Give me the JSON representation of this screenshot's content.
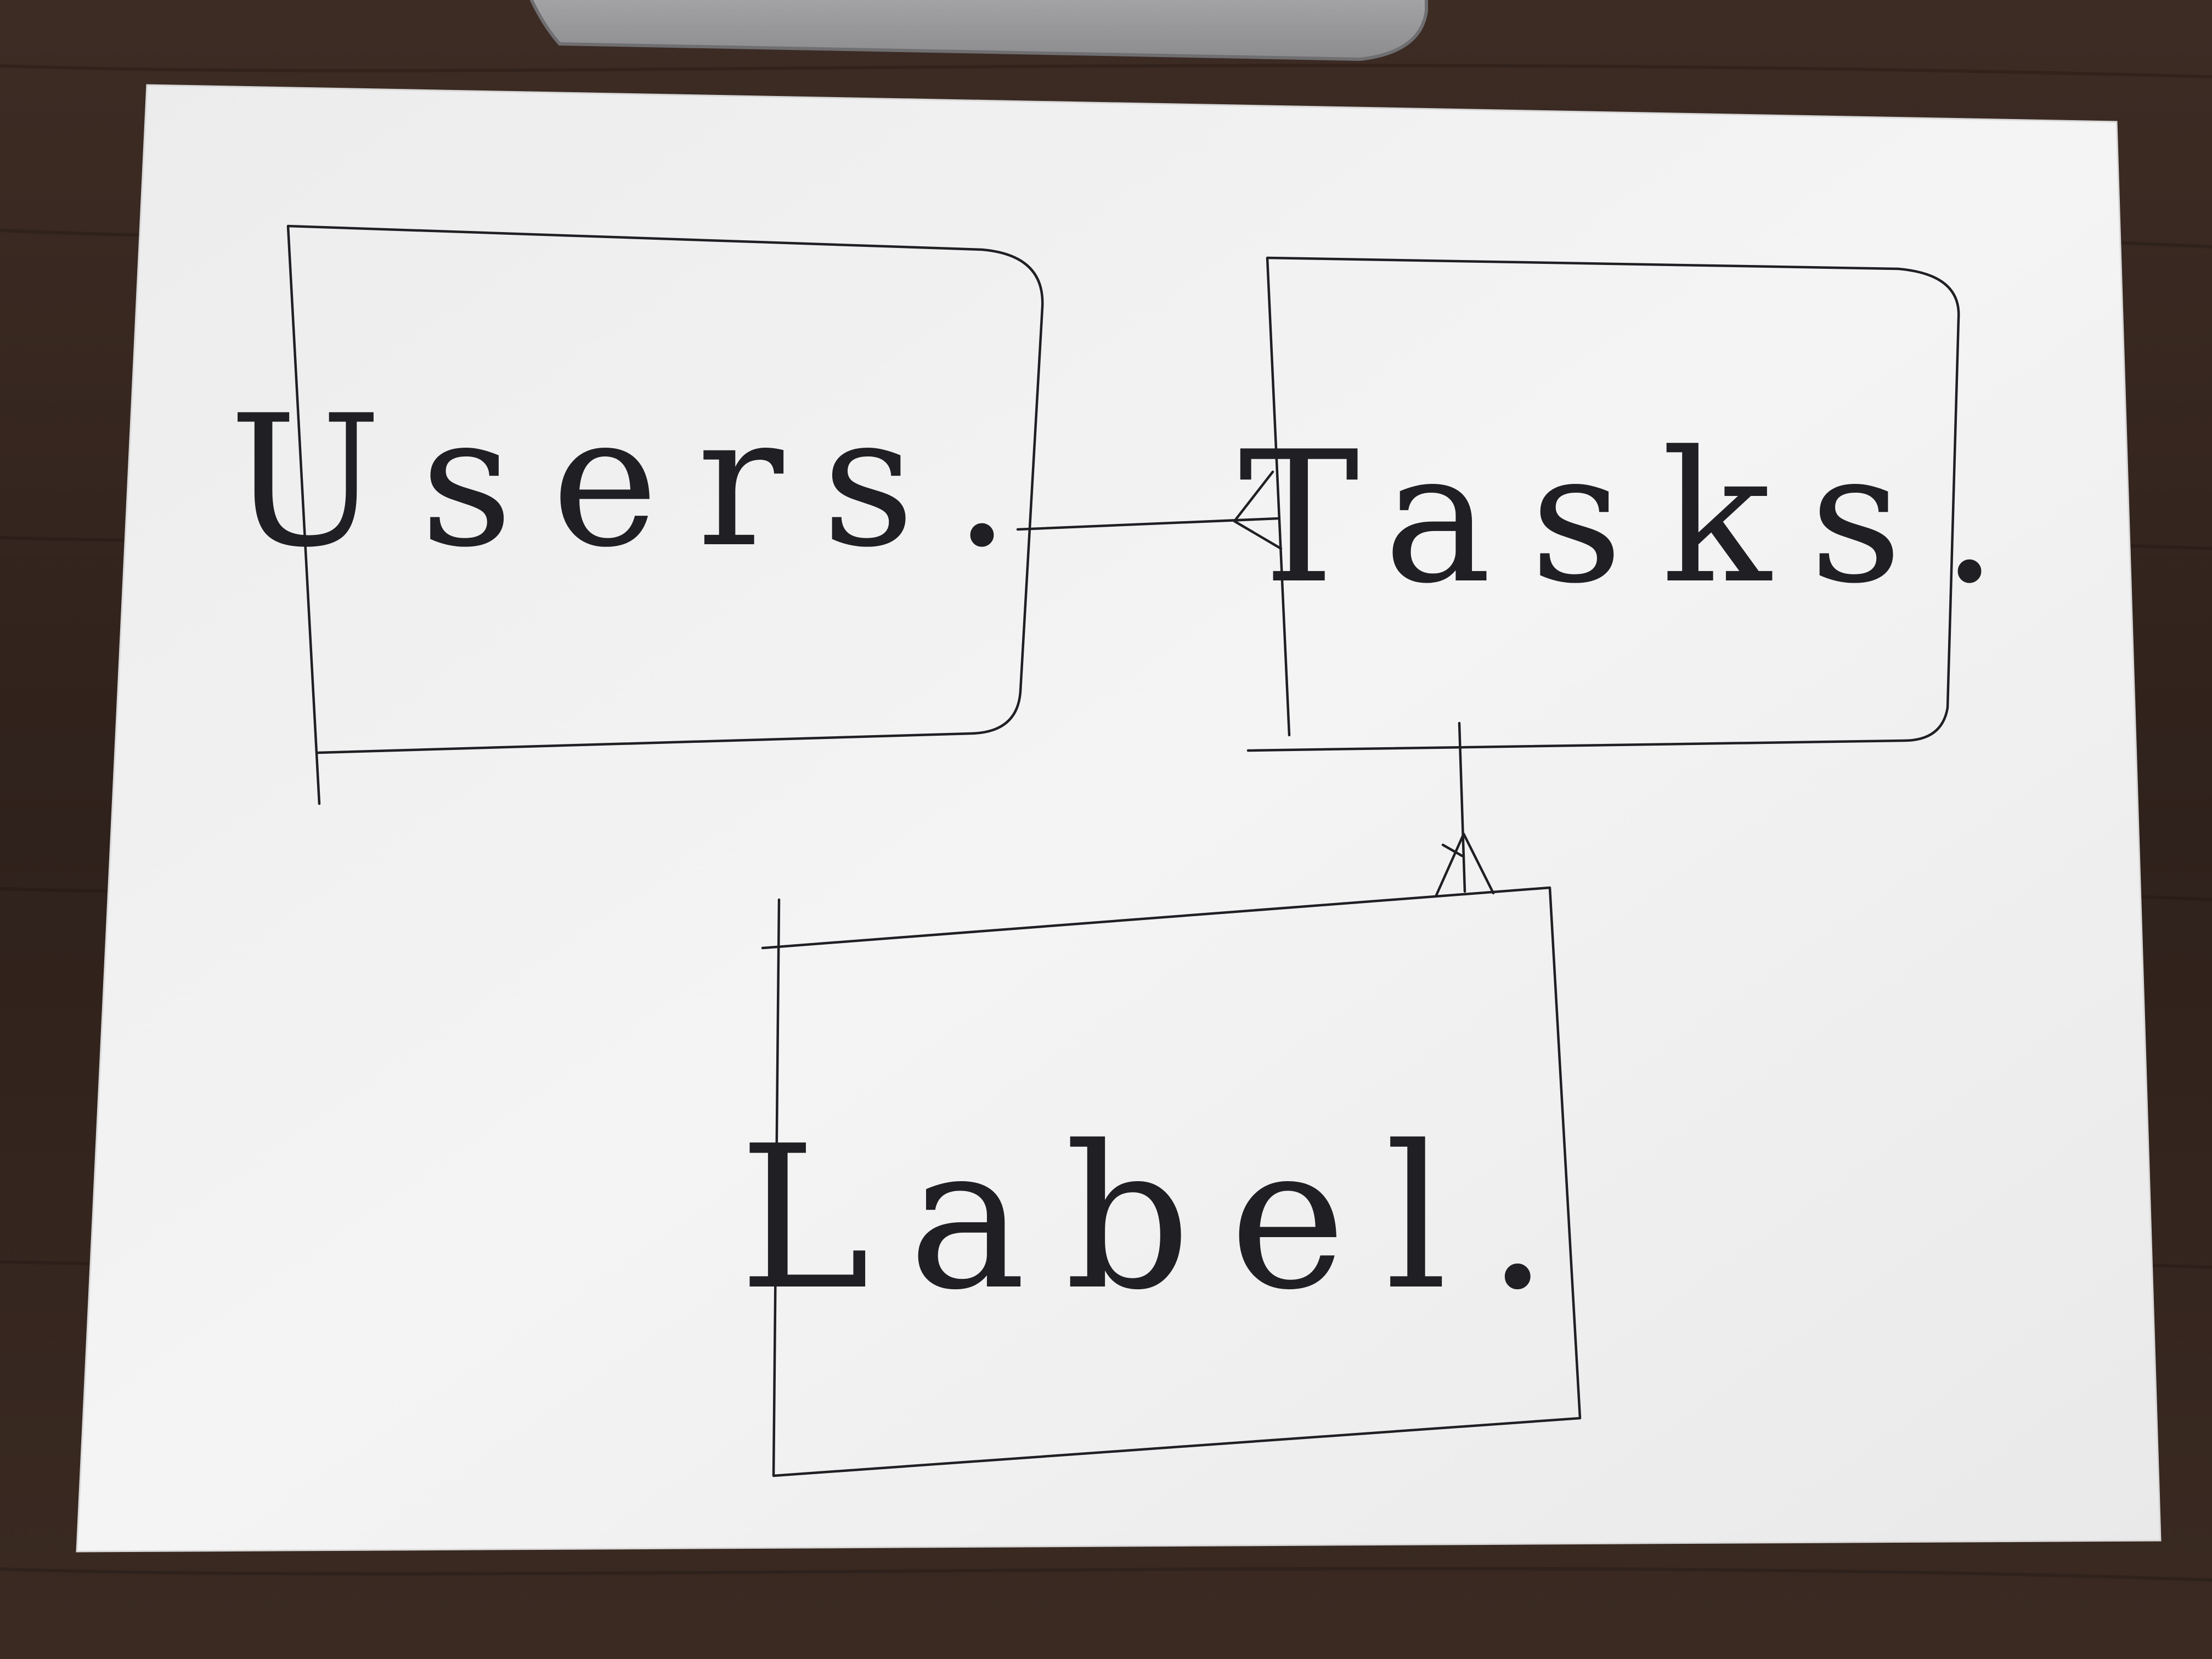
{
  "diagram": {
    "entities": [
      {
        "id": "users",
        "label": "Users."
      },
      {
        "id": "tasks",
        "label": "Tasks."
      },
      {
        "id": "label",
        "label": "Label."
      }
    ],
    "relationships": [
      {
        "from": "users",
        "to": "tasks",
        "from_cardinality": "one",
        "to_cardinality": "many"
      },
      {
        "from": "tasks",
        "to": "label",
        "from_cardinality": "one",
        "to_cardinality": "many"
      }
    ]
  },
  "colors": {
    "desk": "#3a2a22",
    "paper": "#f1f1f1",
    "ink": "#1f1f24",
    "laptop": "#9a9a9c"
  }
}
